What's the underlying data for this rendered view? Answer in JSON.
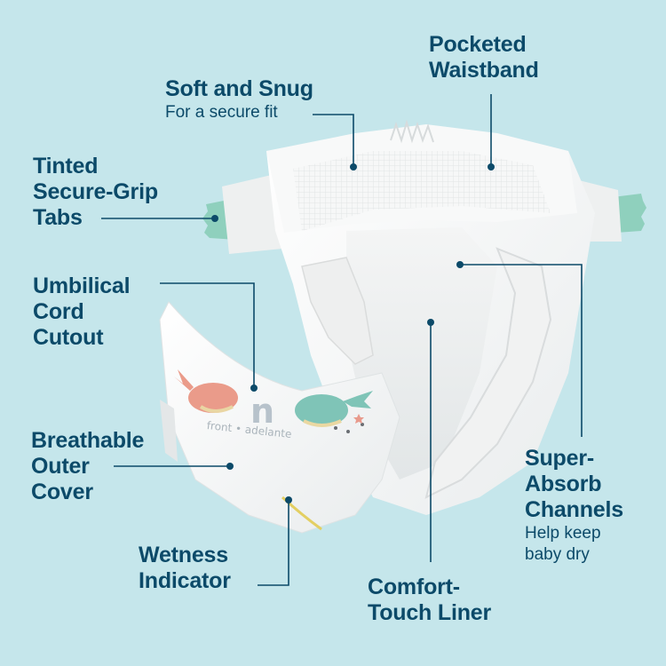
{
  "infographic": {
    "background_color": "#c5e6eb",
    "text_color": "#0c4a69",
    "callouts": [
      {
        "id": "soft-and-snug",
        "title_lines": [
          "Soft and Snug"
        ],
        "subtitle_lines": [
          "For a secure fit"
        ]
      },
      {
        "id": "pocketed-waistband",
        "title_lines": [
          "Pocketed",
          "Waistband"
        ],
        "subtitle_lines": []
      },
      {
        "id": "tinted-secure-grip-tabs",
        "title_lines": [
          "Tinted",
          "Secure-Grip",
          "Tabs"
        ],
        "subtitle_lines": []
      },
      {
        "id": "umbilical-cord-cutout",
        "title_lines": [
          "Umbilical",
          "Cord",
          "Cutout"
        ],
        "subtitle_lines": []
      },
      {
        "id": "breathable-outer-cover",
        "title_lines": [
          "Breathable",
          "Outer",
          "Cover"
        ],
        "subtitle_lines": []
      },
      {
        "id": "wetness-indicator",
        "title_lines": [
          "Wetness",
          "Indicator"
        ],
        "subtitle_lines": []
      },
      {
        "id": "comfort-touch-liner",
        "title_lines": [
          "Comfort-",
          "Touch Liner"
        ],
        "subtitle_lines": []
      },
      {
        "id": "super-absorb-channels",
        "title_lines": [
          "Super-",
          "Absorb",
          "Channels"
        ],
        "subtitle_lines": [
          "Help keep",
          "baby dry"
        ]
      }
    ],
    "diaper_print": {
      "letter": "n",
      "text": "front • adelante"
    }
  }
}
